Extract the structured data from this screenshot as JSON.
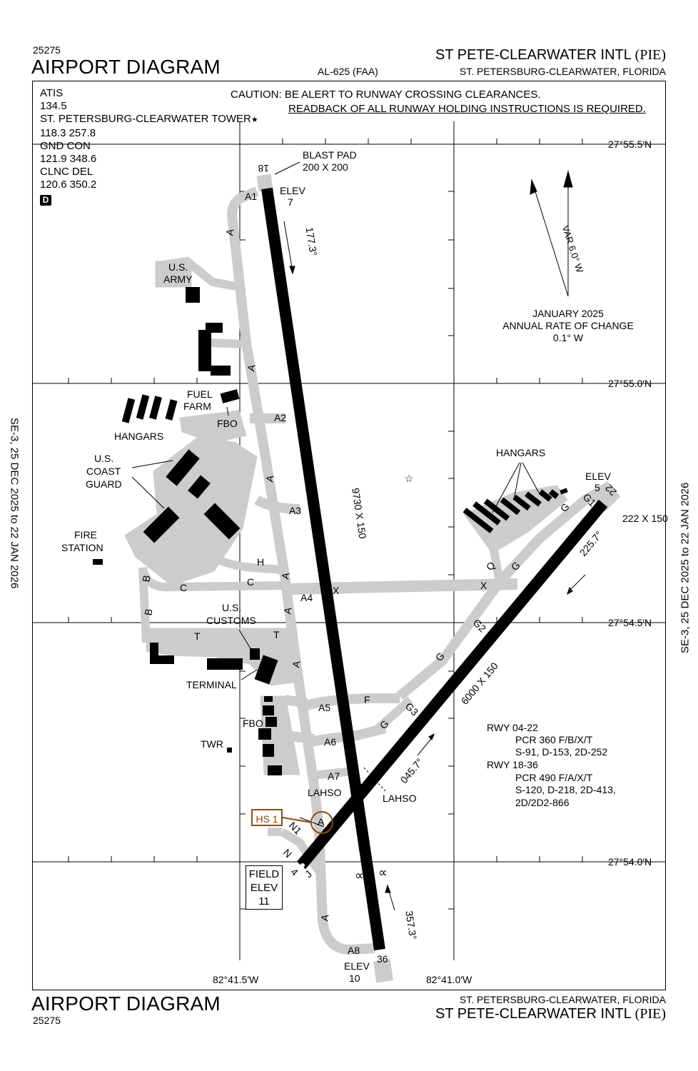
{
  "header": {
    "code": "25275",
    "title": "AIRPORT DIAGRAM",
    "faa_id": "AL-625 (FAA)",
    "airport_name": "ST PETE-CLEARWATER INTL",
    "airport_code": "(PIE)",
    "location": "ST. PETERSBURG-CLEARWATER, FLORIDA"
  },
  "footer": {
    "title": "AIRPORT DIAGRAM",
    "code": "25275",
    "location": "ST. PETERSBURG-CLEARWATER, FLORIDA",
    "airport_name": "ST PETE-CLEARWATER INTL",
    "airport_code": "(PIE)"
  },
  "side_label_left": "SE-3,  25 DEC 2025  to  22 JAN 2026",
  "side_label_right": "SE-3,  25 DEC 2025  to  22 JAN 2026",
  "frequencies": [
    {
      "name": "ATIS",
      "value": "134.5"
    },
    {
      "name": "ST. PETERSBURG-CLEARWATER TOWER",
      "value": "118.3  257.8"
    },
    {
      "name": "GND CON",
      "value": "121.9  348.6"
    },
    {
      "name": "CLNC DEL",
      "value": "120.6  350.2"
    }
  ],
  "tower_symbol": "★",
  "d_badge": "D",
  "caution": {
    "line1": "CAUTION: BE ALERT TO RUNWAY CROSSING CLEARANCES.",
    "line2": "READBACK OF ALL RUNWAY HOLDING INSTRUCTIONS IS REQUIRED."
  },
  "latitudes": [
    "27°55.5′N",
    "27°55.0′N",
    "27°54.5′N",
    "27°54.0′N"
  ],
  "longitudes": [
    "82°41.5′W",
    "82°41.0′W"
  ],
  "magnetic": {
    "var": "VAR 6.0° W",
    "date": "JANUARY 2025",
    "rate_label": "ANNUAL RATE OF CHANGE",
    "rate": "0.1° W"
  },
  "runway_18_36": {
    "end_north": "18",
    "end_south": "36",
    "dims": "9730 X 150",
    "heading_north": "177.3°",
    "heading_south": "357.3°",
    "blast_pad": "BLAST PAD",
    "blast_pad_dims": "200 X 200",
    "elev_north_label": "ELEV",
    "elev_north": "7",
    "elev_south_label": "ELEV",
    "elev_south": "10"
  },
  "runway_04_22": {
    "end_ne": "22",
    "end_sw": "4",
    "dims": "6000 X 150",
    "heading_ne": "045.7°",
    "heading_sw": "225.7°",
    "elev_ne_label": "ELEV",
    "elev_ne": "5",
    "overrun_dims": "222 X 150"
  },
  "runway_info": {
    "r1": "RWY 04-22",
    "r1_pcr": "PCR 360 F/B/X/T",
    "r1_wt": "S-91, D-153, 2D-252",
    "r2": "RWY 18-36",
    "r2_pcr": "PCR 490 F/A/X/T",
    "r2_wt": "S-120, D-218, 2D-413,",
    "r2_wt2": "2D/2D2-866"
  },
  "field_elev": {
    "label1": "FIELD",
    "label2": "ELEV",
    "value": "11"
  },
  "hot_spot": "HS 1",
  "labels": {
    "us_army": "U.S.\nARMY",
    "fuel_farm": "FUEL\nFARM",
    "fbo": "FBO",
    "hangars_w": "HANGARS",
    "coast_guard": "U.S.\nCOAST\nGUARD",
    "fire_station": "FIRE\nSTATION",
    "us_customs": "U.S.\nCUSTOMS",
    "terminal": "TERMINAL",
    "fbo2": "FBO",
    "twr": "TWR",
    "hangars_e": "HANGARS",
    "lahso1": "LAHSO",
    "lahso2": "LAHSO"
  },
  "taxiways": [
    "A",
    "A1",
    "A2",
    "A3",
    "A4",
    "A5",
    "A6",
    "A7",
    "A8",
    "B",
    "C",
    "F",
    "G",
    "G1",
    "G2",
    "G3",
    "H",
    "J",
    "N",
    "N1",
    "Q",
    "T",
    "X"
  ]
}
